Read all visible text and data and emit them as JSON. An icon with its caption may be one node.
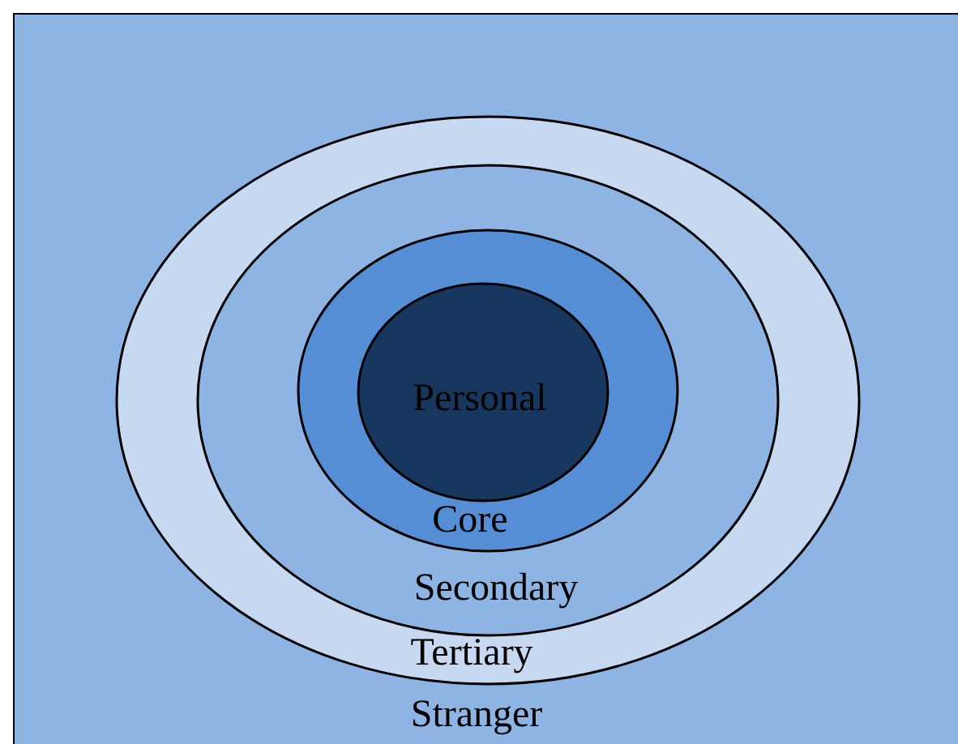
{
  "diagram": {
    "nodes": [
      {
        "text": [
          "Stranger"
        ]
      },
      {
        "text": [
          "Tertiary"
        ],
        "in": 0
      },
      {
        "text": [
          "Secondary"
        ],
        "in": 1
      },
      {
        "text": [
          "Core"
        ],
        "in": 2
      },
      {
        "text": [
          "Personal"
        ],
        "in": 3
      }
    ]
  }
}
